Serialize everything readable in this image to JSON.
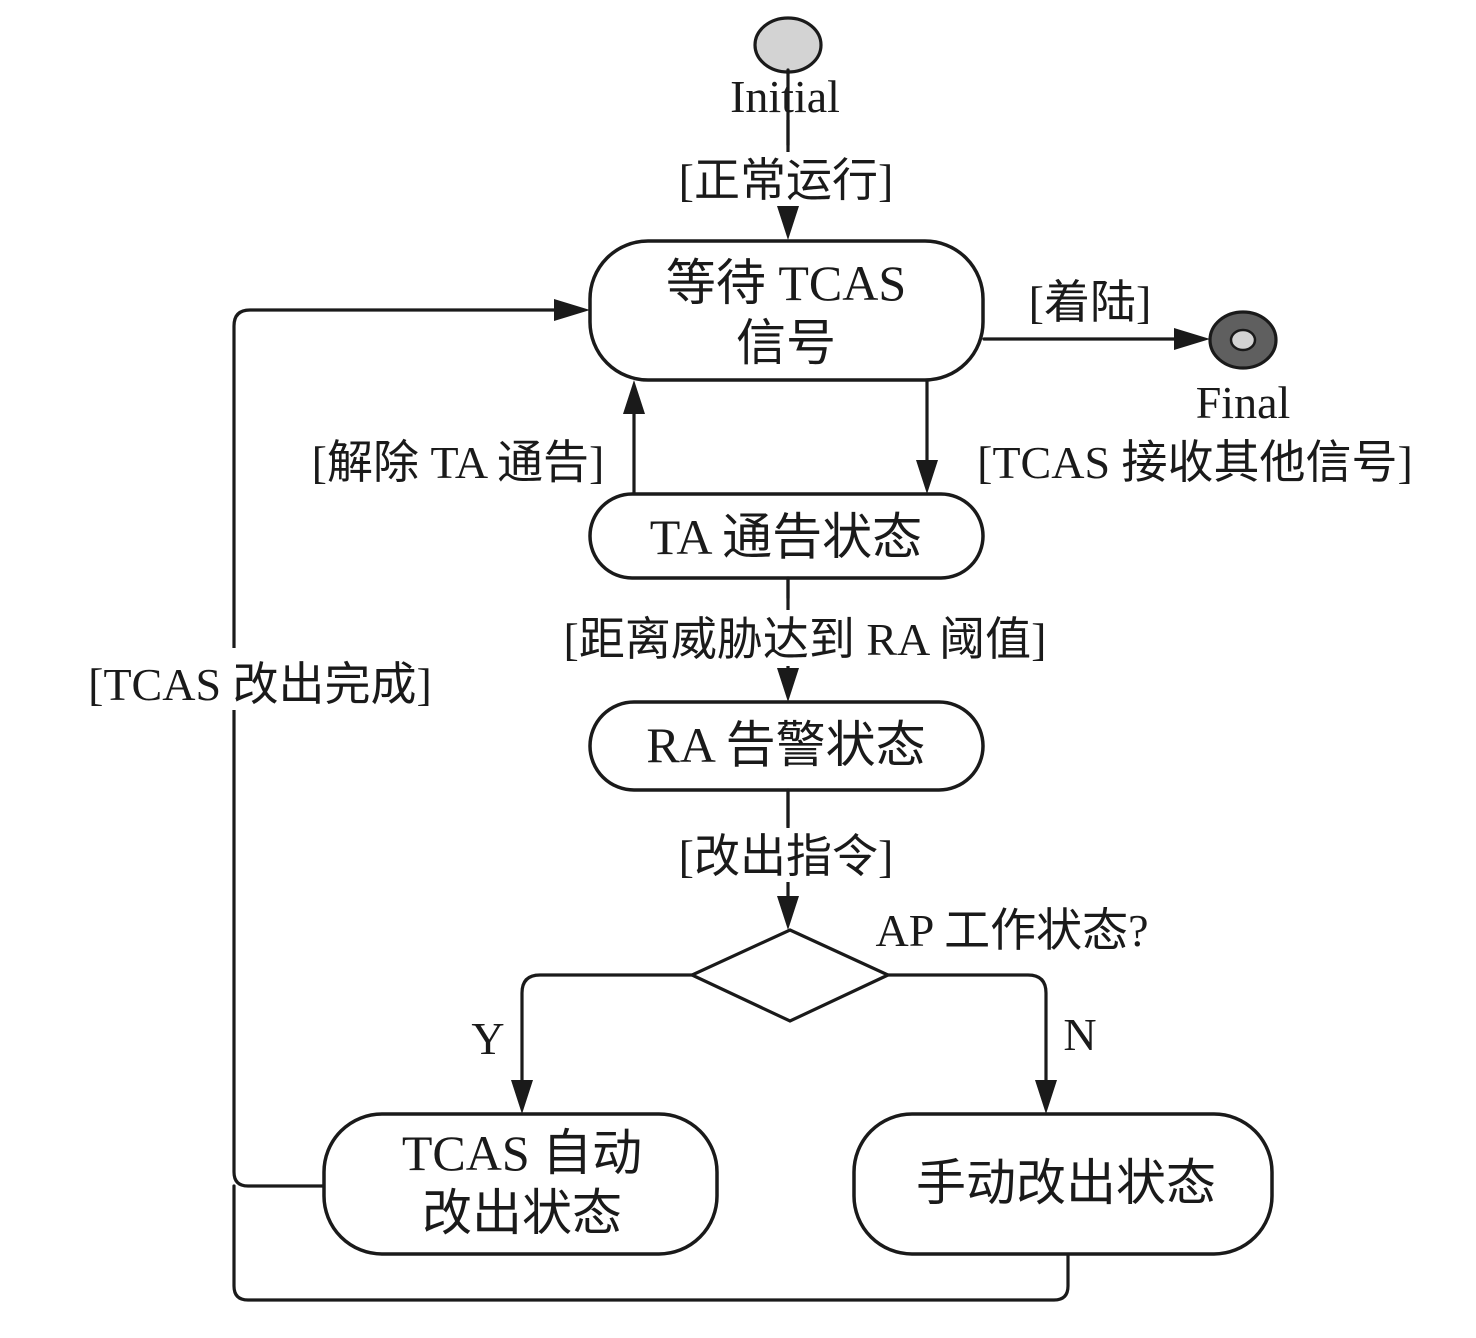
{
  "diagram": {
    "type": "uml-state-machine",
    "colors": {
      "line": "#1a1a1a",
      "initial_fill": "#d3d3d3",
      "final_outer_fill": "#5f5f5f",
      "final_inner_fill": "#d3d3d3",
      "background": "#ffffff"
    },
    "nodes": {
      "initial": {
        "label": "Initial"
      },
      "final": {
        "label": "Final"
      },
      "waiting": {
        "line1": "等待 TCAS",
        "line2": "信号"
      },
      "ta_state": {
        "label": "TA 通告状态"
      },
      "ra_state": {
        "label": "RA 告警状态"
      },
      "decision": {
        "label": "AP 工作状态?"
      },
      "auto_recovery": {
        "line1": "TCAS 自动",
        "line2": "改出状态"
      },
      "manual_recovery": {
        "label": "手动改出状态"
      }
    },
    "transitions": {
      "normal_operation": "[正常运行]",
      "landing": "[着陆]",
      "clear_ta": "[解除 TA 通告]",
      "tcas_other_signal": "[TCAS 接收其他信号]",
      "ra_threshold": "[距离威胁达到 RA 阈值]",
      "recovery_command": "[改出指令]",
      "yes": "Y",
      "no": "N",
      "tcas_recovery_done": "[TCAS 改出完成]"
    }
  }
}
